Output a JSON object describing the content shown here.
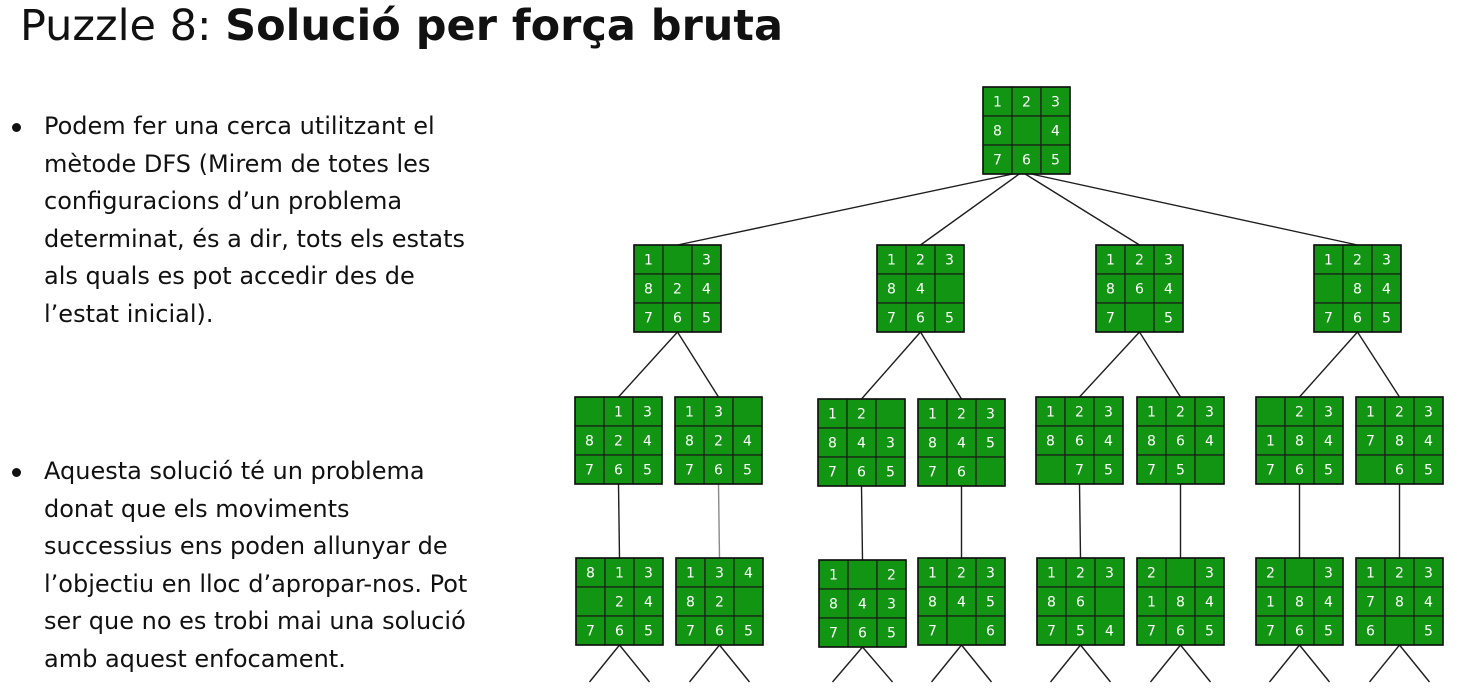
{
  "title": {
    "prefix": "Puzzle 8: ",
    "bold": "Solució per força bruta"
  },
  "bullets": [
    "Podem fer una cerca utilitzant el mètode DFS (Mirem de totes les configuracions d’un problema determinat, és a dir, tots els estats als quals es pot accedir des de l’estat inicial).",
    "Aquesta solució té un problema donat que els moviments successius ens poden allunyar de l’objectiu en lloc d’apropar-nos. Pot ser que no es trobi mai una solució amb aquest enfocament."
  ],
  "colors": {
    "tile": "#129512",
    "tile_text": "#ffffff",
    "edge": "#1e1e1e"
  },
  "tree": {
    "root": [
      "1",
      "2",
      "3",
      "8",
      "",
      "4",
      "7",
      "6",
      "5"
    ],
    "level1": [
      [
        "1",
        "",
        "3",
        "8",
        "2",
        "4",
        "7",
        "6",
        "5"
      ],
      [
        "1",
        "2",
        "3",
        "8",
        "4",
        "",
        "7",
        "6",
        "5"
      ],
      [
        "1",
        "2",
        "3",
        "8",
        "6",
        "4",
        "7",
        "",
        "5"
      ],
      [
        "1",
        "2",
        "3",
        "",
        "8",
        "4",
        "7",
        "6",
        "5"
      ]
    ],
    "level2": [
      [
        "",
        "1",
        "3",
        "8",
        "2",
        "4",
        "7",
        "6",
        "5"
      ],
      [
        "1",
        "3",
        "",
        "8",
        "2",
        "4",
        "7",
        "6",
        "5"
      ],
      [
        "1",
        "2",
        "",
        "8",
        "4",
        "3",
        "7",
        "6",
        "5"
      ],
      [
        "1",
        "2",
        "3",
        "8",
        "4",
        "5",
        "7",
        "6",
        ""
      ],
      [
        "1",
        "2",
        "3",
        "8",
        "6",
        "4",
        "",
        "7",
        "5"
      ],
      [
        "1",
        "2",
        "3",
        "8",
        "6",
        "4",
        "7",
        "5",
        ""
      ],
      [
        "",
        "2",
        "3",
        "1",
        "8",
        "4",
        "7",
        "6",
        "5"
      ],
      [
        "1",
        "2",
        "3",
        "7",
        "8",
        "4",
        "",
        "6",
        "5"
      ]
    ],
    "level3": [
      [
        "8",
        "1",
        "3",
        "",
        "2",
        "4",
        "7",
        "6",
        "5"
      ],
      [
        "1",
        "3",
        "4",
        "8",
        "2",
        "",
        "7",
        "6",
        "5"
      ],
      [
        "1",
        "",
        "2",
        "8",
        "4",
        "3",
        "7",
        "6",
        "5"
      ],
      [
        "1",
        "2",
        "3",
        "8",
        "4",
        "5",
        "7",
        "",
        "6"
      ],
      [
        "1",
        "2",
        "3",
        "8",
        "6",
        "",
        "7",
        "5",
        "4"
      ],
      [
        "2",
        "",
        "3",
        "1",
        "8",
        "4",
        "7",
        "6",
        "5"
      ],
      [
        "2",
        "",
        "3",
        "1",
        "8",
        "4",
        "7",
        "6",
        "5"
      ],
      [
        "1",
        "2",
        "3",
        "7",
        "8",
        "4",
        "6",
        "",
        "5"
      ]
    ]
  }
}
